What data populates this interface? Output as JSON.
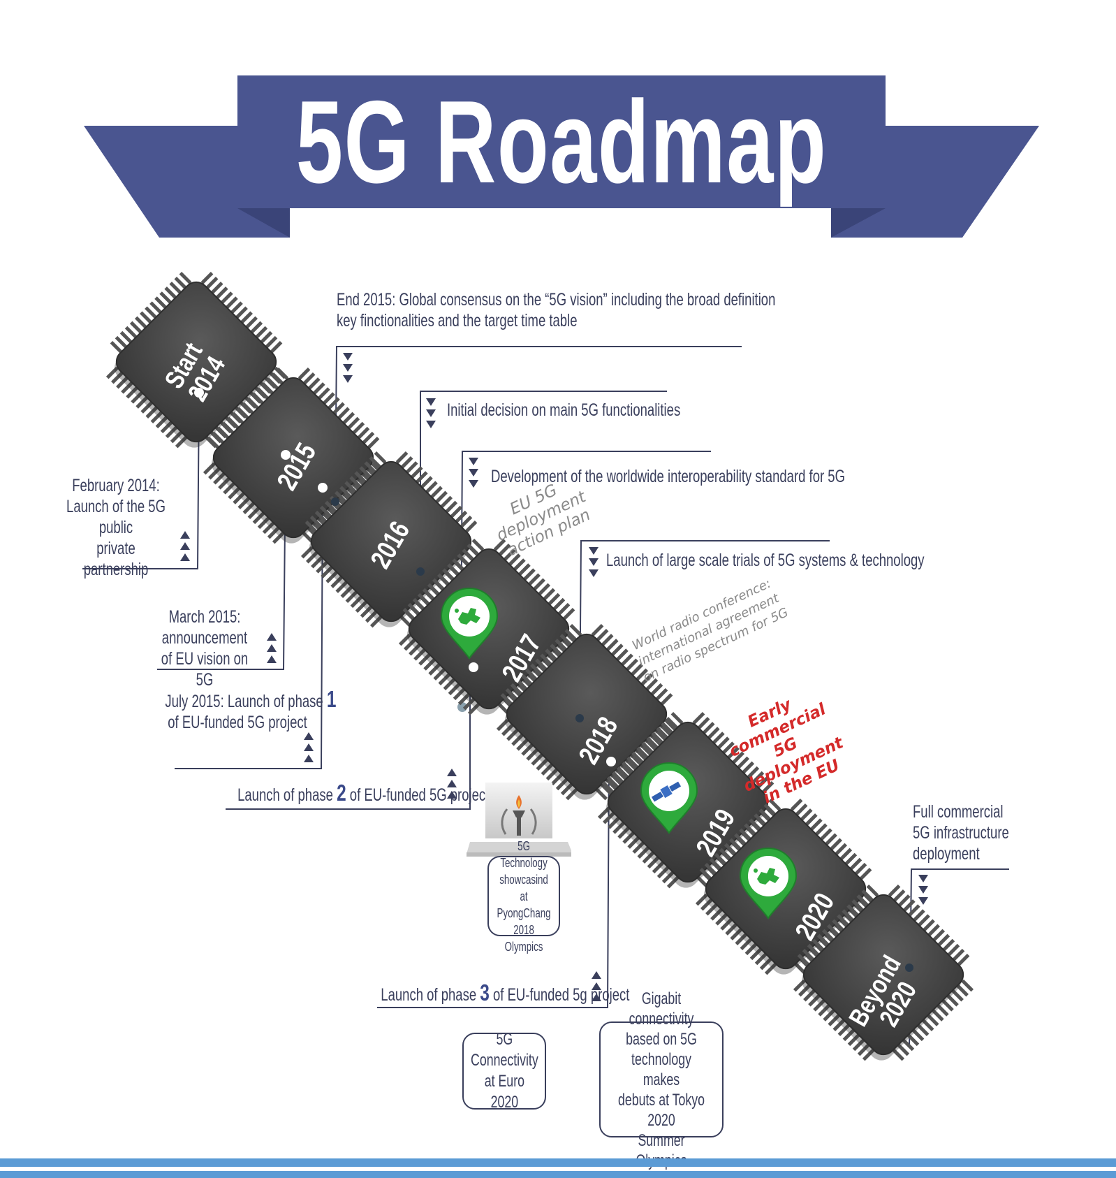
{
  "title": "5G Roadmap",
  "colors": {
    "banner": "#4a5590",
    "banner_fold": "#3a4478",
    "chip": "#474747",
    "pin": "#2eaa3c",
    "highlight_red": "#d42a2a",
    "line": "#3a3f5c"
  },
  "chips": [
    {
      "label": "Start\n2014"
    },
    {
      "label": "2015"
    },
    {
      "label": "2016"
    },
    {
      "label": "2017"
    },
    {
      "label": "2018"
    },
    {
      "label": "2019"
    },
    {
      "label": "2020"
    },
    {
      "label": "Beyond\n2020"
    }
  ],
  "milestones": {
    "end2015": "End 2015: Global consensus on the “5G vision” including the broad definition\nkey finctionalities and the target time table",
    "initial_decision": "Initial decision on main 5G functionalities",
    "development": "Development of the worldwide interoperability standard for 5G",
    "large_trials": "Launch of large scale trials of 5G systems & technology",
    "full_commercial": "Full commercial\n5G infrastructure\ndeployment",
    "feb2014": "February 2014:\nLaunch of the 5G public\nprivate partnership",
    "mar2015": "March 2015:\nannouncement\nof EU vision on 5G",
    "jul2015_pre": "July 2015: Launch of phase",
    "jul2015_num": "1",
    "jul2015_post": "of EU-funded 5G project",
    "phase2_pre": "Launch of phase",
    "phase2_num": "2",
    "phase2_post": "of EU-funded 5G project",
    "phase3_pre": "Launch of phase",
    "phase3_num": "3",
    "phase3_post": "of EU-funded 5g project"
  },
  "side_notes": {
    "eu_plan": "EU 5G\ndeployment\naction plan",
    "wrc": "World radio conference:\ninternational agreement\non radio spectrum for 5G",
    "early_commercial": "Early commercial\n5G deployment\nin the EU"
  },
  "boxes": {
    "pyeongchang": "5G Technology\nshowcasind at\nPyongChang\n2018 Olympics",
    "euro2020": "5G Connectivity\nat Euro 2020",
    "tokyo": "Gigabit connectivity\nbased on 5G\ntechnology makes\ndebuts at Tokyo 2020\nSummer Olympics"
  },
  "icons": [
    "europe-map-icon",
    "satellite-icon",
    "europe-map-icon",
    "olympic-torch-icon",
    "up-arrows-icon",
    "down-arrows-icon"
  ]
}
